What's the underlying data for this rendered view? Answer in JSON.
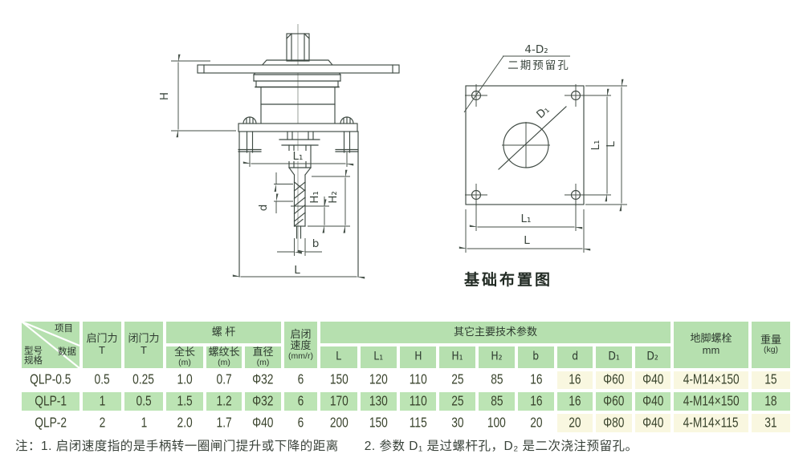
{
  "drawings": {
    "front_view": {
      "labels": {
        "H": "H",
        "L1": "L₁",
        "d": "d",
        "H1": "H₁",
        "H2": "H₂",
        "b": "b",
        "L": "L"
      }
    },
    "plan_view": {
      "callout_line1": "4-D₂",
      "callout_line2": "二期预留孔",
      "labels": {
        "D1": "D₁",
        "L1_right": "L₁",
        "L_right": "L",
        "L1_bottom": "L₁",
        "L_bottom": "L"
      },
      "caption": "基础布置图"
    }
  },
  "table": {
    "corner": {
      "top": "项目",
      "middle": "数据",
      "bottom1": "型号",
      "bottom2": "规格"
    },
    "groups": {
      "screw": "螺 杆",
      "other": "其它主要技术参数"
    },
    "headers": {
      "open_force": [
        "启门力",
        "T"
      ],
      "close_force": [
        "闭门力",
        "T"
      ],
      "full_length": [
        "全长",
        "(m)"
      ],
      "thread_length": [
        "螺纹长",
        "(m)"
      ],
      "diameter": [
        "直径",
        "(m)"
      ],
      "speed": [
        "启闭",
        "速度",
        "(mm/r)"
      ],
      "params": [
        "L",
        "L₁",
        "H",
        "H₁",
        "H₂",
        "b",
        "d",
        "D₁",
        "D₂"
      ],
      "anchor_bolt": [
        "地脚螺栓",
        "mm"
      ],
      "weight": [
        "重量",
        "(kg)"
      ]
    },
    "rows": [
      {
        "model": "QLP-0.5",
        "values": [
          "0.5",
          "0.25",
          "1.0",
          "0.7",
          "Φ32",
          "6",
          "150",
          "120",
          "110",
          "25",
          "85",
          "16",
          "16",
          "Φ60",
          "Φ40",
          "4-M14×150",
          "15"
        ]
      },
      {
        "model": "QLP-1",
        "values": [
          "1",
          "0.5",
          "1.5",
          "1.2",
          "Φ32",
          "6",
          "170",
          "130",
          "110",
          "25",
          "85",
          "16",
          "16",
          "Φ60",
          "Φ40",
          "4-M14×150",
          "18"
        ]
      },
      {
        "model": "QLP-2",
        "values": [
          "2",
          "1",
          "2.0",
          "1.7",
          "Φ40",
          "6",
          "200",
          "150",
          "115",
          "30",
          "100",
          "20",
          "20",
          "Φ80",
          "Φ40",
          "4-M14×115",
          "31"
        ]
      }
    ]
  },
  "note": {
    "text": "注：1. 启闭速度指的是手柄转一圈闸门提升或下降的距离　　2. 参数 D₁ 是过螺杆孔，D₂ 是二次浇注预留孔。"
  }
}
